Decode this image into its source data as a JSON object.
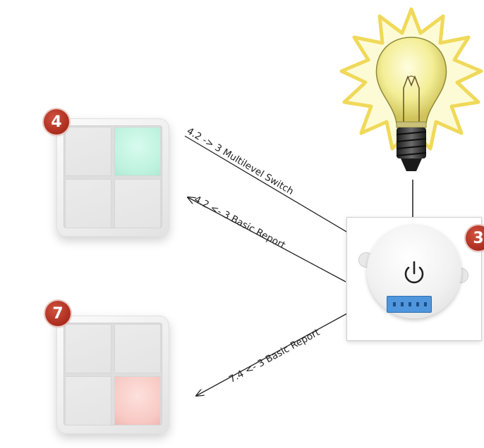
{
  "devices": {
    "switch_top": {
      "badge": "4",
      "lit_color": "#bdf2de"
    },
    "switch_bottom": {
      "badge": "7",
      "lit_color": "#f8c9c4"
    },
    "actuator": {
      "badge": "3",
      "terminal_color": "#4f96dd"
    }
  },
  "icons": {
    "bulb": "light-bulb-icon",
    "power": "power-icon"
  },
  "arrows": {
    "multilevel_switch": "4.2 -> 3 Multilevel Switch",
    "basic_report_4": "4.2 <- 3 Basic Report",
    "basic_report_7": "7.4 <- 3 Basic Report"
  }
}
